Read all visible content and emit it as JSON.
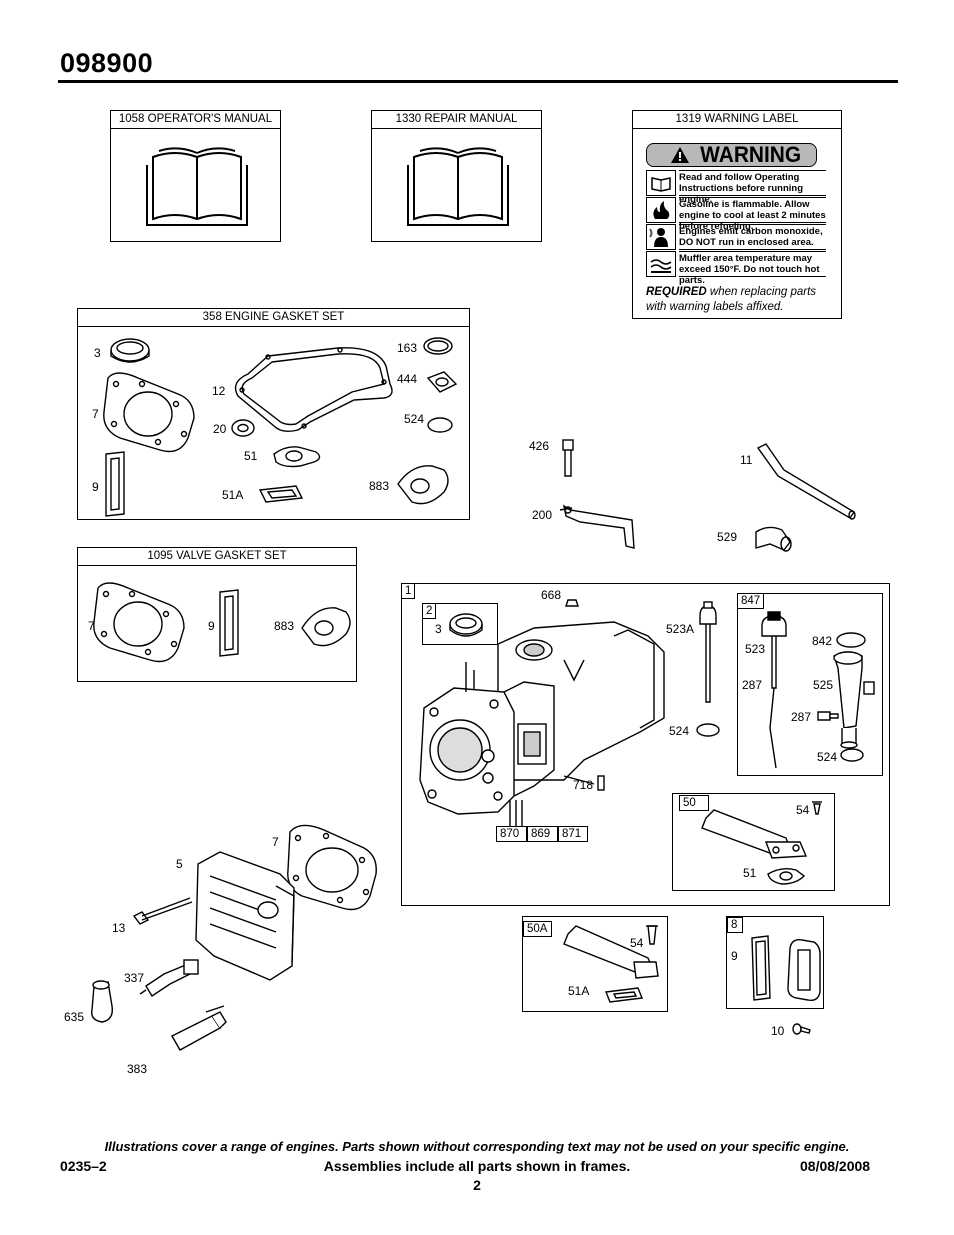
{
  "header": {
    "model": "098900"
  },
  "frames": {
    "operators_manual": "1058 OPERATOR'S MANUAL",
    "repair_manual": "1330 REPAIR MANUAL",
    "warning_label": "1319 WARNING LABEL",
    "engine_gasket_set": "358 ENGINE GASKET SET",
    "valve_gasket_set": "1095 VALVE GASKET SET"
  },
  "warning": {
    "title": "WARNING",
    "lines": [
      "Read and follow Operating Instructions before running engine.",
      "Gasoline is flammable. Allow engine to cool at least 2 minutes before refueling.",
      "Engines emit carbon monoxide, DO NOT run in enclosed area.",
      "Muffler area temperature may exceed 150°F. Do not touch hot parts."
    ],
    "required_bold": "REQUIRED",
    "required_rest": " when replacing parts with warning labels affixed."
  },
  "gasket_set_labels": {
    "p3": "3",
    "p7": "7",
    "p9": "9",
    "p12": "12",
    "p20": "20",
    "p51": "51",
    "p51a": "51A",
    "p163": "163",
    "p444": "444",
    "p524": "524",
    "p883": "883"
  },
  "valve_set_labels": {
    "p7": "7",
    "p9": "9",
    "p883": "883"
  },
  "loose_labels": {
    "p426": "426",
    "p200": "200",
    "p11": "11",
    "p529": "529",
    "p5": "5",
    "p7": "7",
    "p13": "13",
    "p337": "337",
    "p635": "635",
    "p383": "383",
    "p10": "10"
  },
  "block_frame": {
    "tag": "1",
    "sub2_tag": "2",
    "sub2_p3": "3",
    "p668": "668",
    "p523a": "523A",
    "p524": "524",
    "p718": "718",
    "p870": "870",
    "p869": "869",
    "p871": "871",
    "dipstick_tag": "847",
    "d523": "523",
    "d842": "842",
    "d287a": "287",
    "d525": "525",
    "d287b": "287",
    "d524": "524",
    "breather_tag": "50",
    "b54": "54",
    "b51": "51"
  },
  "frame_50a": {
    "tag": "50A",
    "p54": "54",
    "p51a": "51A"
  },
  "frame_8": {
    "tag": "8",
    "p9": "9"
  },
  "footer": {
    "note": "Illustrations cover a range of engines. Parts shown without corresponding text may not be used on your specific engine.",
    "code": "0235–2",
    "assemblies": "Assemblies include all parts shown in frames.",
    "date": "08/08/2008",
    "page": "2"
  }
}
